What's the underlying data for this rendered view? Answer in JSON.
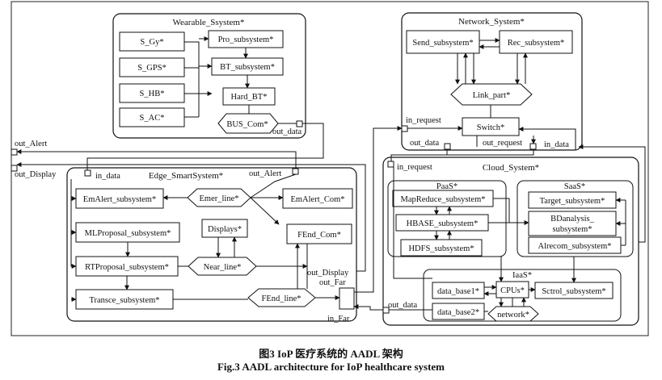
{
  "outer_ports": {
    "out_alert": "out_Alert",
    "out_display": "out_Display"
  },
  "wearable": {
    "title": "Wearable_Ssystem*",
    "sensors": [
      "S_Gy*",
      "S_GPS*",
      "S_HB*",
      "S_AC*"
    ],
    "pro": "Pro_subsystem*",
    "bt": "BT_subsystem*",
    "hard_bt": "Hard_BT*",
    "bus": "BUS_Com*",
    "out_data": "out_data"
  },
  "network": {
    "title": "Network_System*",
    "send": "Send_subsystem*",
    "rec": "Rec_subsystem*",
    "link": "Link_part*",
    "switch": "Switch*",
    "in_request": "in_request",
    "out_data": "out_data",
    "out_request": "out_request",
    "in_data": "in_data"
  },
  "edge": {
    "title": "Edge_SmartSystem*",
    "in_data": "in_data",
    "out_alert": "out_Alert",
    "emalert": "EmAlert_subsystem*",
    "emer_line": "Emer_line*",
    "emalert_com": "EmAlert_Com*",
    "mlproposal": "MLProposal_subsystem*",
    "displays": "Displays*",
    "fend_com": "FEnd_Com*",
    "rtproposal": "RTProposal_subsystem*",
    "near_line": "Near_line*",
    "out_display": "out_Display",
    "out_far": "out_Far",
    "transce": "Transce_subsystem*",
    "fend_line": "FEnd_line*",
    "in_far": "in_Far"
  },
  "cloud": {
    "title": "Cloud_System*",
    "in_request": "in_request",
    "out_data": "out_data",
    "paas": {
      "title": "PaaS*",
      "mapreduce": "MapReduce_subsystem*",
      "hbase": "HBASE_subsystem*",
      "hdfs": "HDFS_subsystem*"
    },
    "saas": {
      "title": "SaaS*",
      "target": "Target_subsystem*",
      "bdanalysis_1": "BDanalysis_",
      "bdanalysis_2": "subsystem*",
      "alrecom": "Alrecom_subsystem*"
    },
    "iaas": {
      "title": "IaaS*",
      "db1": "data_base1*",
      "db2": "data_base2*",
      "cpus": "CPUs*",
      "sctrol": "Sctrol_subsystem*",
      "network": "network*"
    }
  },
  "caption": {
    "cn": "图3   IoP 医疗系统的 AADL 架构",
    "en": "Fig.3    AADL architecture for IoP healthcare system"
  }
}
